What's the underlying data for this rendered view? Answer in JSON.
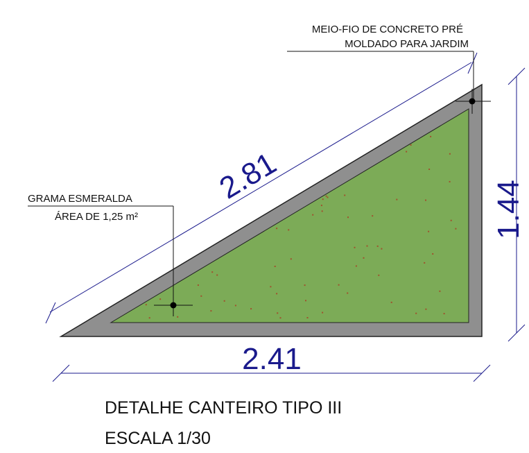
{
  "title": "DETALHE CANTEIRO TIPO III",
  "scale": "ESCALA 1/30",
  "dimensions": {
    "hypotenuse": "2.81",
    "base": "2.41",
    "height": "1.44"
  },
  "labels": {
    "curb_line1": "MEIO-FIO DE CONCRETO PRÉ",
    "curb_line2": "MOLDADO PARA JARDIM",
    "grass_line1": "GRAMA ESMERALDA",
    "grass_line2": "ÁREA DE 1,25 m²"
  },
  "colors": {
    "curb": "#8f8f8f",
    "grass": "#7cab57",
    "dimension": "#1a1a8c",
    "speckle": "#a0522d"
  }
}
